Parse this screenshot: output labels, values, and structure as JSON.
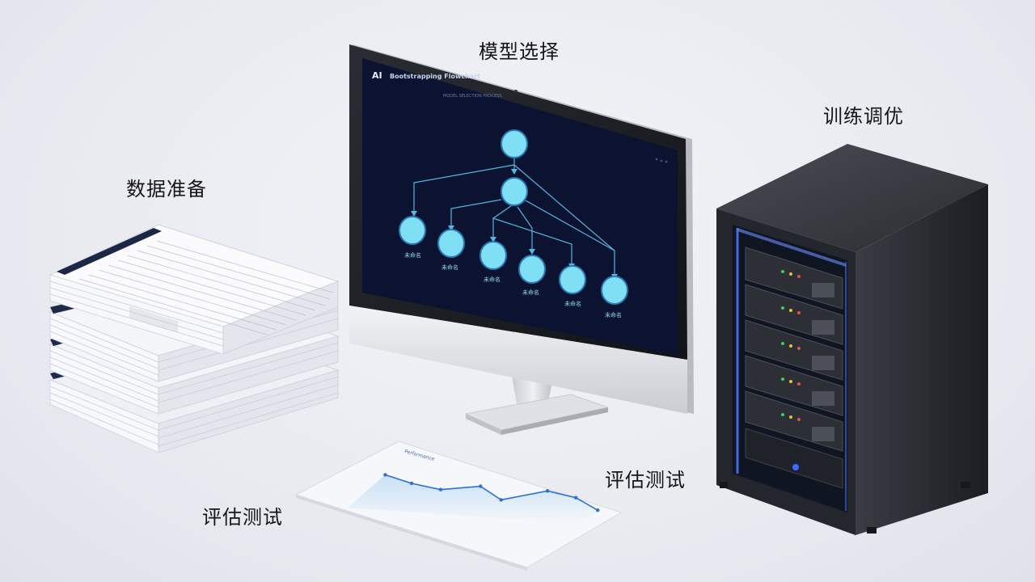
{
  "labels": {
    "model_selection": "模型选择",
    "training_tuning": "训练调优",
    "data_prep": "数据准备",
    "evaluation_left": "评估测试",
    "evaluation_right": "评估测试"
  },
  "monitor": {
    "brand": "AI",
    "title": "Bootstrapping Flowchart",
    "subtitle": "MODEL SELECTION PROCESS",
    "node_labels": [
      "未命名",
      "未命名",
      "未命名",
      "未命名",
      "未命名",
      "未命名"
    ],
    "colors": {
      "screen": "#0b1330",
      "node": "#7fe0f5",
      "edge": "#58b6e0"
    }
  },
  "chart_sheet": {
    "title": "Performance"
  },
  "chart_data": {
    "type": "line",
    "title": "",
    "xlabel": "",
    "ylabel": "",
    "x": [
      1,
      2,
      3,
      4,
      5,
      6,
      7,
      8
    ],
    "series": [
      {
        "values": [
          0.58,
          0.47,
          0.4,
          0.5,
          0.3,
          0.5,
          0.42,
          0.24
        ]
      }
    ],
    "ylim": [
      0,
      1
    ],
    "grid": false
  }
}
